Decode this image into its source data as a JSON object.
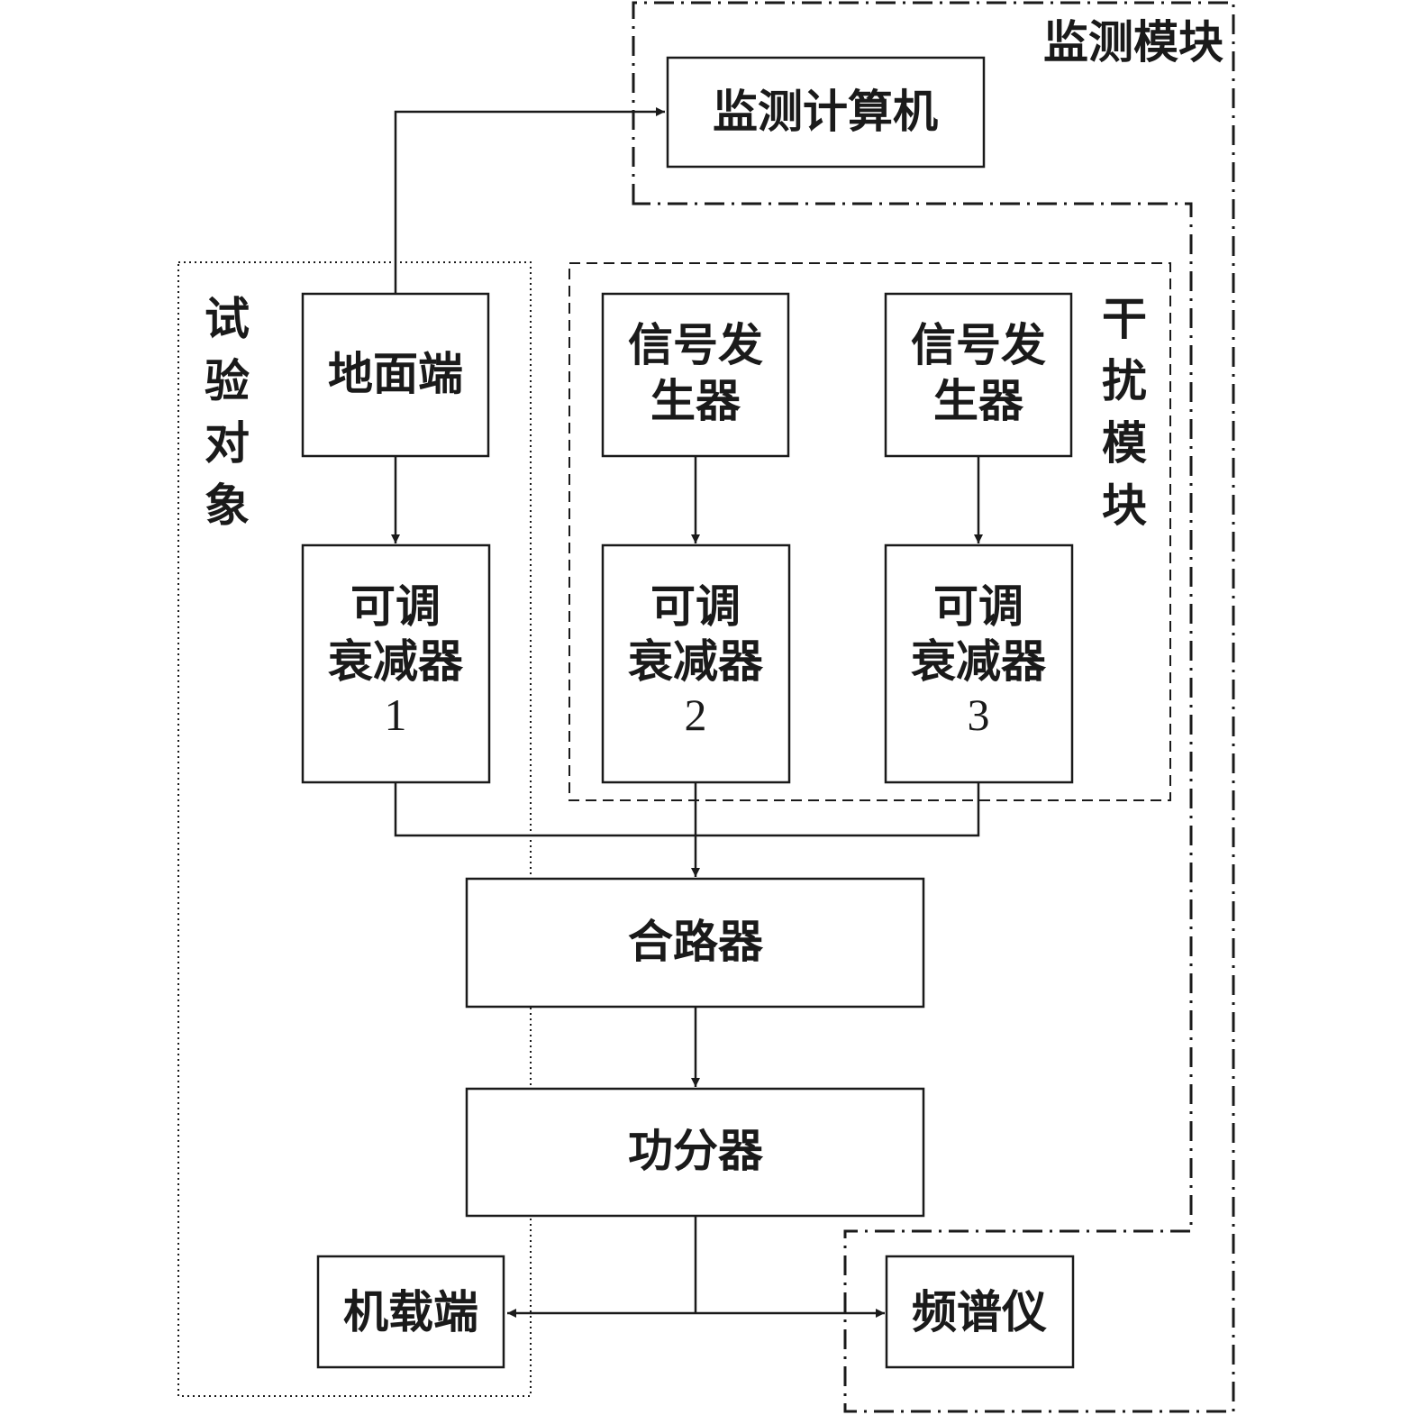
{
  "modules": {
    "monitor": "监测模块",
    "interference": [
      "干",
      "扰",
      "模",
      "块"
    ],
    "test_object": [
      "试",
      "验",
      "对",
      "象"
    ]
  },
  "blocks": {
    "monitor_pc": "监测计算机",
    "ground": "地面端",
    "siggen": [
      "信号发",
      "生器"
    ],
    "atten_lines": [
      "可调",
      "衰减器"
    ],
    "atten_nums": [
      "1",
      "2",
      "3"
    ],
    "combiner": "合路器",
    "splitter": "功分器",
    "airborne": "机载端",
    "analyzer": "频谱仪"
  }
}
